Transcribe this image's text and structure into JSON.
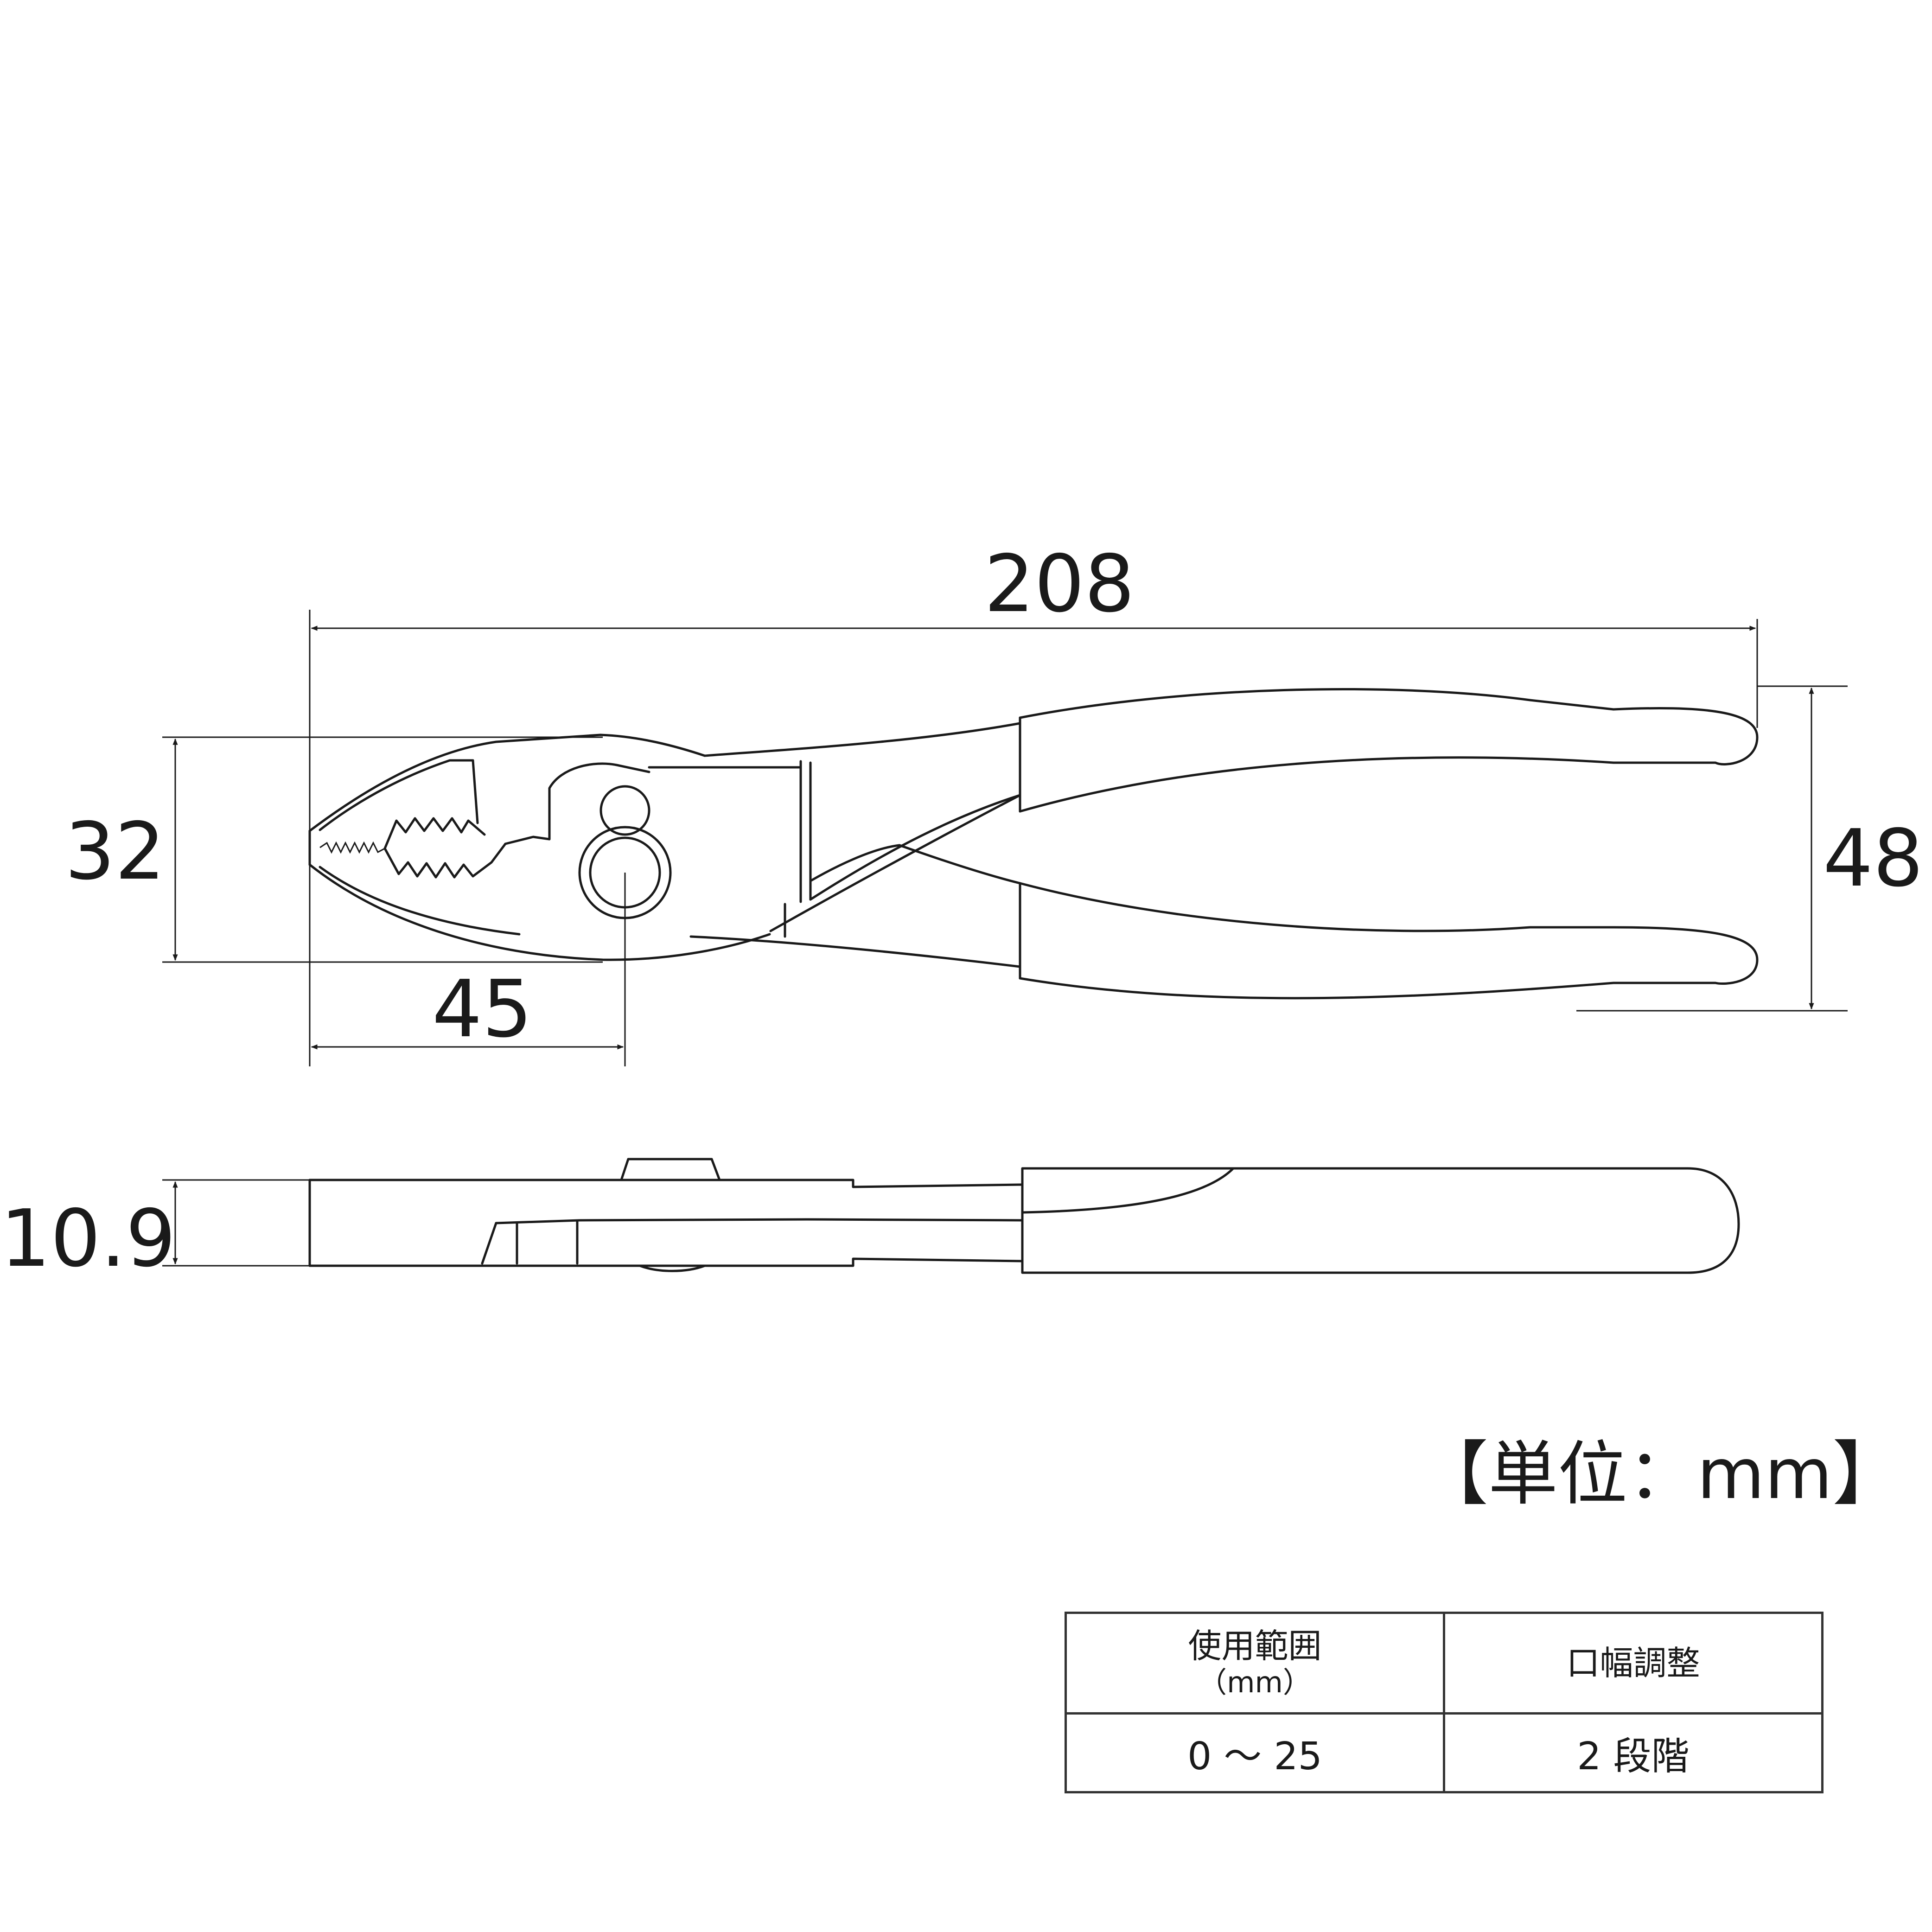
{
  "dimensions": {
    "overall_length": "208",
    "jaw_height": "32",
    "handle_spread": "48",
    "pivot_distance": "45",
    "thickness": "10.9"
  },
  "unit_label": "【単位：mm】",
  "spec_table": {
    "headers": {
      "range_label": "使用範囲",
      "range_unit": "（mm）",
      "adjust_label": "口幅調整"
    },
    "values": {
      "range": "0 ～ 25",
      "adjust": "2 段階"
    }
  },
  "colors": {
    "line": "#1a1a1a",
    "background": "#ffffff"
  }
}
